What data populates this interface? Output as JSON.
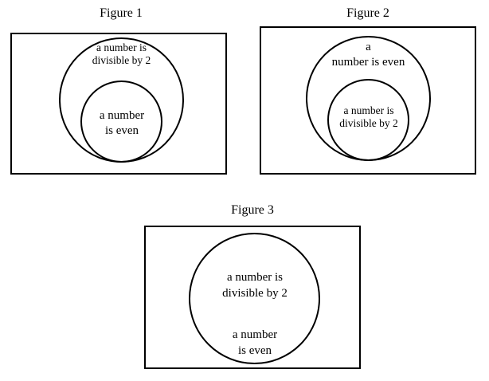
{
  "figures": [
    {
      "title": "Figure 1",
      "outer_circle_label": "a number is\ndivisible by 2",
      "inner_circle_label": "a number\nis even"
    },
    {
      "title": "Figure 2",
      "outer_circle_label": "a\nnumber is even",
      "inner_circle_label": "a number is\ndivisible by 2"
    },
    {
      "title": "Figure 3",
      "label_line_1": "a number is\ndivisible by 2",
      "label_line_2": "a number\nis even"
    }
  ],
  "colors": {
    "stroke": "#000000",
    "background": "#ffffff",
    "text": "#000000"
  }
}
